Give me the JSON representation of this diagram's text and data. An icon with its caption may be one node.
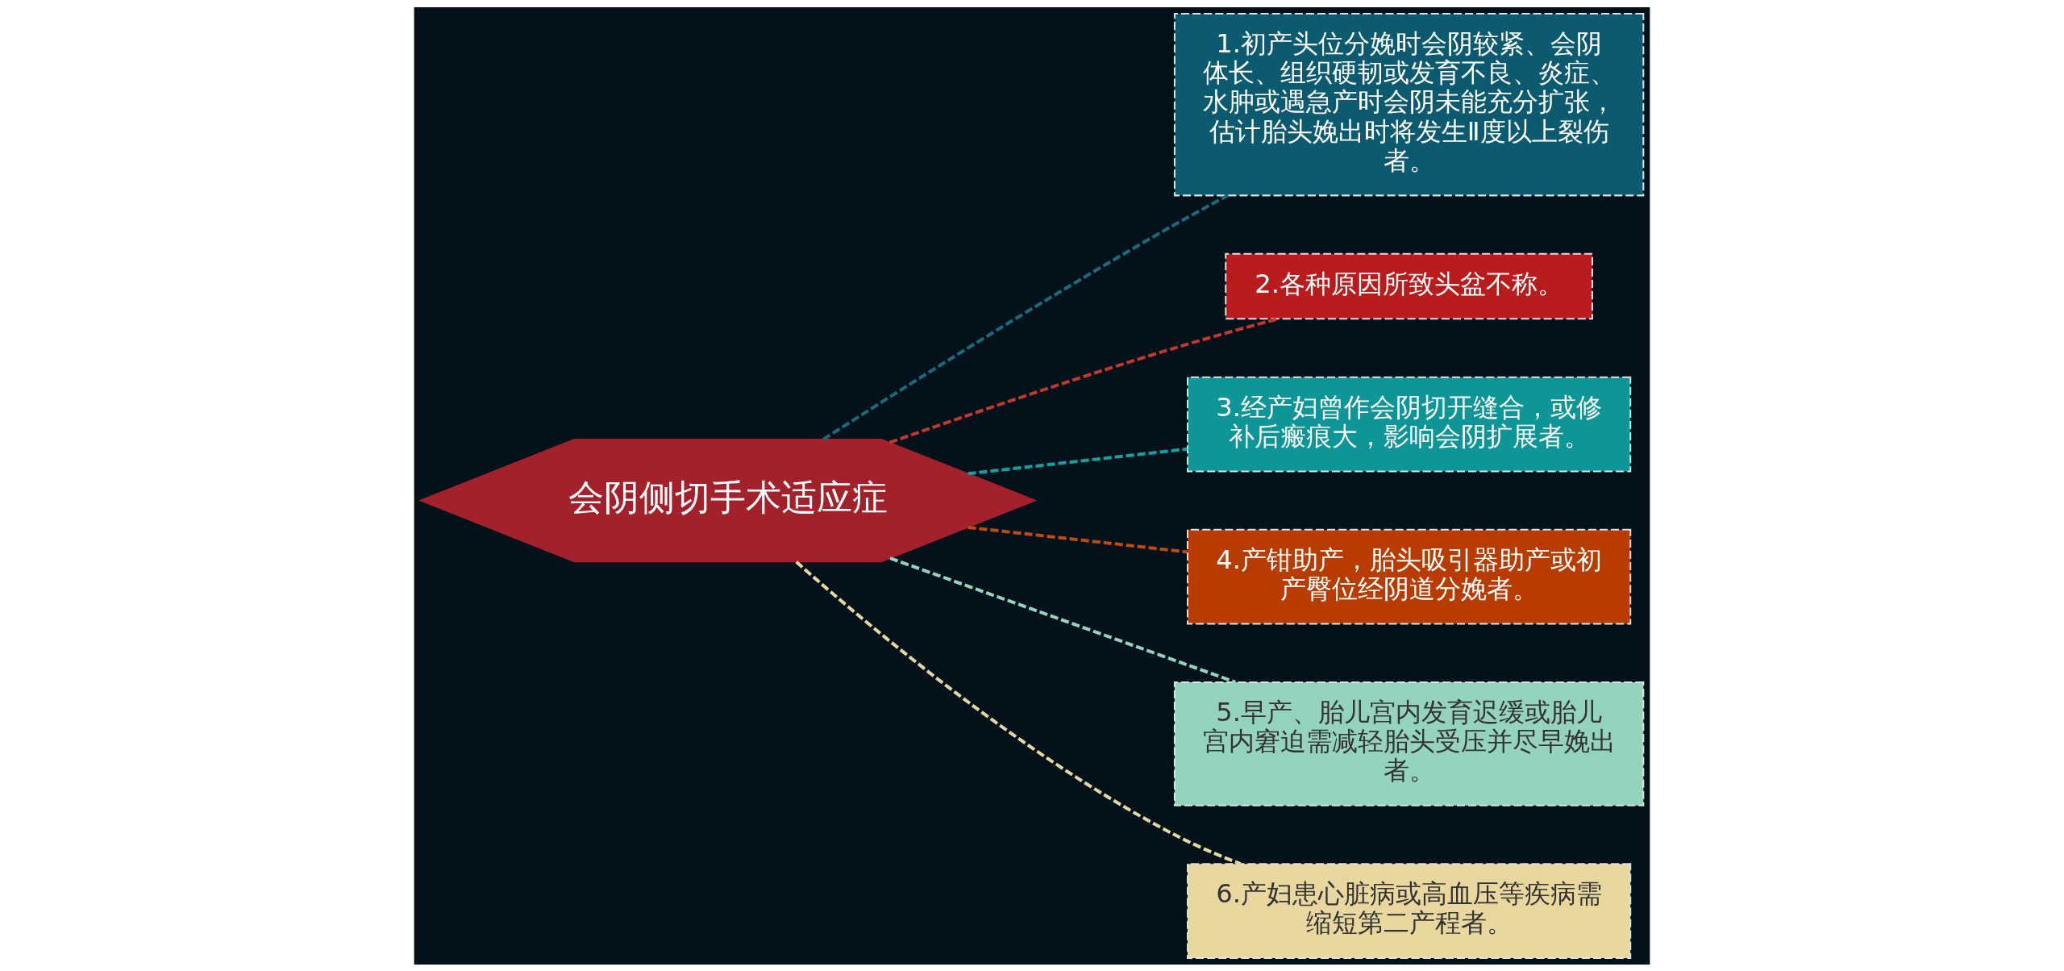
{
  "diagram": {
    "nodes": [
      {
        "text": [
          "会阴侧切手术适应症"
        ]
      },
      {
        "text": [
          "1.初产头位分娩时会阴较紧、会阴体长、组织硬韧或发育不良、炎症、水肿或遇急产时会阴未能充分扩张，估计胎头娩出时将发生Ⅱ度以上裂伤者。"
        ]
      },
      {
        "text": [
          "2.各种原因所致头盆不称。"
        ]
      },
      {
        "text": [
          "3.经产妇曾作会阴切开缝合，或修补后瘢痕大，影响会阴扩展者。"
        ]
      },
      {
        "text": [
          "4.产钳助产，胎头吸引器助产或初产臀位经阴道分娩者。"
        ]
      },
      {
        "text": [
          "5.早产、胎儿宫内发育迟缓或胎儿宫内窘迫需减轻胎头受压并尽早娩出者。"
        ]
      },
      {
        "text": [
          "6.产妇患心脏病或高血压等疾病需缩短第二产程者。"
        ]
      }
    ],
    "edges": [
      {
        "from": 0,
        "to": 2,
        "arrow": "none",
        "style": "dashed",
        "color": "#c0392b"
      },
      {
        "from": 0,
        "to": 4,
        "arrow": "none",
        "style": "dashed",
        "color": "#c04a10"
      },
      {
        "from": 0,
        "to": 6,
        "arrow": "none",
        "style": "dashed",
        "color": "#e8d8a0"
      },
      {
        "from": 0,
        "to": 1,
        "arrow": "none",
        "style": "dashed",
        "color": "#1a6a7e"
      },
      {
        "from": 0,
        "to": 3,
        "arrow": "none",
        "style": "dashed",
        "color": "#14a0a2"
      },
      {
        "from": 0,
        "to": 5,
        "arrow": "none",
        "style": "dashed",
        "color": "#94d4bd"
      }
    ]
  }
}
